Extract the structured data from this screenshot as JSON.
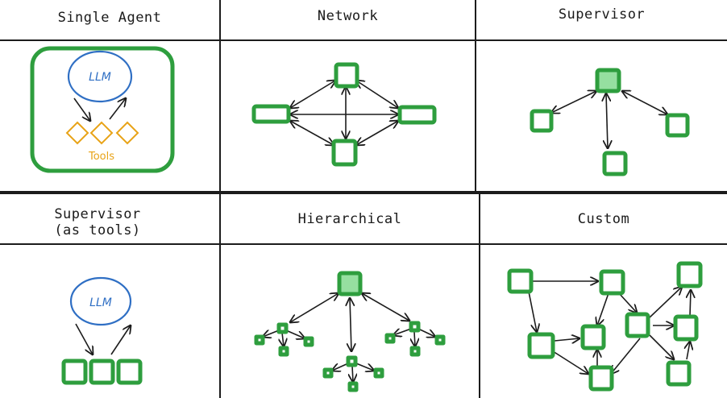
{
  "panels": {
    "single_agent": {
      "title": "Single Agent",
      "llm_label": "LLM",
      "tools_label": "Tools"
    },
    "network": {
      "title": "Network"
    },
    "supervisor": {
      "title": "Supervisor"
    },
    "supervisor_tools": {
      "title_line1": "Supervisor",
      "title_line2": "(as tools)",
      "llm_label": "LLM"
    },
    "hierarchical": {
      "title": "Hierarchical"
    },
    "custom": {
      "title": "Custom"
    }
  },
  "colors": {
    "agent_green": "#2e9e3e",
    "supervisor_fill": "#96dfa0",
    "llm_blue": "#2f6fc4",
    "tools_orange": "#e8a317",
    "ink": "#1c1c1c"
  }
}
